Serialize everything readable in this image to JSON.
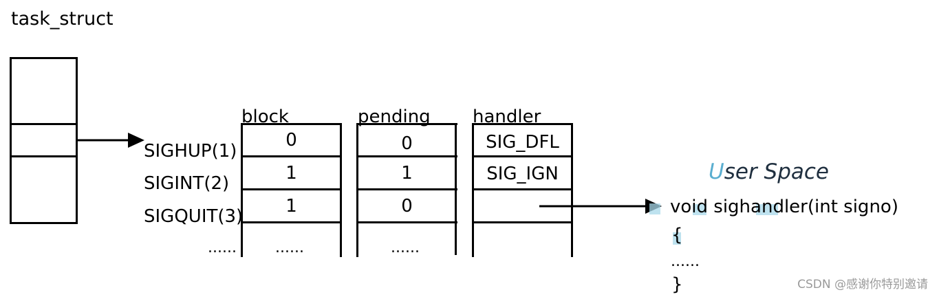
{
  "task_struct": {
    "title": "task_struct"
  },
  "signals": {
    "labels": [
      "SIGHUP(1)",
      "SIGINT(2)",
      "SIGQUIT(3)"
    ],
    "ellipsis": "......"
  },
  "tables": {
    "block": {
      "header": "block",
      "values": [
        "0",
        "1",
        "1"
      ],
      "ellipsis": "......"
    },
    "pending": {
      "header": "pending",
      "values": [
        "0",
        "1",
        "0"
      ],
      "ellipsis": "......"
    },
    "handler": {
      "header": "handler",
      "values": [
        "SIG_DFL",
        "SIG_IGN",
        ""
      ]
    }
  },
  "user_space": {
    "title_first": "U",
    "title_rest": "ser Space",
    "code_lines": [
      "void sighandler(int signo)",
      "{",
      "......",
      "}"
    ]
  },
  "watermark": "CSDN @感谢你特别邀请",
  "colors": {
    "line": "#000000",
    "highlight": "#a8d8ea",
    "user_space_text": "#1f2f3f",
    "watermark": "#9a9a9a"
  }
}
